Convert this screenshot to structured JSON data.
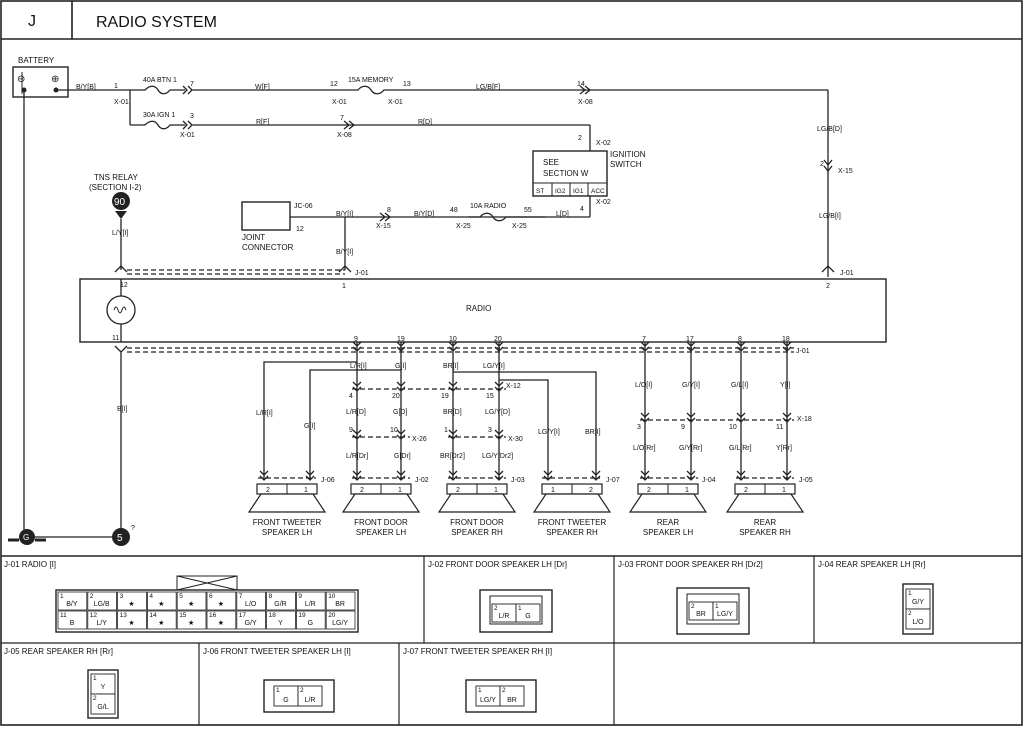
{
  "header": {
    "section": "J",
    "title": "RADIO SYSTEM"
  },
  "battery": {
    "label": "BATTERY",
    "minus": "⊖",
    "plus": "⊕",
    "wire": "B/Y[B]"
  },
  "fuses": {
    "btn": {
      "label": "40A BTN 1",
      "pin_in": "1",
      "pin_out": "7",
      "conn": "X-01",
      "conn2": "X-01"
    },
    "ign": {
      "label": "30A IGN 1",
      "pin": "3",
      "conn": "X-01"
    },
    "memory": {
      "label": "15A MEMORY",
      "pin_in": "12",
      "pin_out": "13",
      "conn_in": "X-01",
      "conn_out": "X-01"
    },
    "radio": {
      "label": "10A RADIO",
      "pin_in": "48",
      "pin_out": "55",
      "conn_in": "X-25",
      "conn_out": "X-25"
    }
  },
  "wires_top": {
    "wf": "W[F]",
    "rf": "R[F]",
    "rd": "R[D]",
    "lgbf": "LG/B[F]",
    "lgbd": "LG/B[D]",
    "lgbi": "LG/B[I]",
    "p14": "14",
    "x08a": "X-08",
    "p7b": "7",
    "x08b": "X-08",
    "p2x15": "2",
    "x15a": "X-15"
  },
  "ignition": {
    "see": "SEE",
    "section": "SECTION W",
    "label": "IGNITION",
    "label2": "SWITCH",
    "pin_top": "2",
    "conn_top": "X-02",
    "pin_bot": "4",
    "conn_bot": "X-02",
    "cells": [
      "ST",
      "IG2",
      "IG1",
      "ACC"
    ]
  },
  "tns": {
    "label": "TNS RELAY",
    "section": "(SECTION I-2)",
    "num": "90",
    "wire": "L/Y[I]",
    "pin": "12"
  },
  "joint": {
    "label": "JOINT",
    "label2": "CONNECTOR",
    "conn": "JC-06",
    "pin": "12",
    "wire": "B/Y[I]",
    "wire2": "B/Y[I]",
    "pin8": "8",
    "x15": "X-15",
    "wire3": "B/Y[D]",
    "wire4": "L[D]"
  },
  "radio": {
    "label": "RADIO",
    "conn": "J-01",
    "conn2": "J-01",
    "conn3": "J-01",
    "pin_top_left": "12",
    "pin_top_mid": "1",
    "pin_top_right": "2",
    "pin_bot_left": "11"
  },
  "ground": {
    "wire": "B[I]",
    "num": "5",
    "g": "G",
    "mark": "?"
  },
  "speaker_pins": {
    "fd": [
      "9",
      "19",
      "10",
      "20"
    ],
    "rear": [
      "7",
      "17",
      "8",
      "18"
    ],
    "j01b": "J-01",
    "x12": "X-12",
    "p4": "4",
    "p20": "20",
    "p19": "19",
    "p15": "15",
    "x26": "X-26",
    "p9": "9",
    "p10": "10",
    "x30": "X-30",
    "p1": "1",
    "p3": "3",
    "x18": "X-18",
    "p3r": "3",
    "p9r": "9",
    "p10r": "10",
    "p11r": "11"
  },
  "wire_labels": {
    "lri": "L/R[I]",
    "gi": "G[I]",
    "bri": "BR[I]",
    "lgyi": "LG/Y[I]",
    "lri2": "L/R[I]",
    "gi2": "G[I]",
    "lrd": "L/R[D]",
    "gd": "G[D]",
    "brd": "BR[D]",
    "lgyd": "LG/Y[D]",
    "lrdr": "L/R[Dr]",
    "gdr": "G[Dr]",
    "brdr2": "BR[Dr2]",
    "lgydr2": "LG/Y[Dr2]",
    "lgyi2": "LG/Y[I]",
    "bri2": "BR[I]",
    "loi": "L/O[I]",
    "gyi": "G/Y[I]",
    "gli": "G/L[I]",
    "yi": "Y[I]",
    "lorr": "L/O[Rr]",
    "gyrr": "G/Y[Rr]",
    "glrr": "G/L[Rr]",
    "yrr": "Y[Rr]"
  },
  "speakers": [
    {
      "name": "FRONT TWEETER",
      "name2": "SPEAKER LH",
      "conn": "J-06",
      "p1": "2",
      "p2": "1"
    },
    {
      "name": "FRONT DOOR",
      "name2": "SPEAKER LH",
      "conn": "J-02",
      "p1": "2",
      "p2": "1"
    },
    {
      "name": "FRONT DOOR",
      "name2": "SPEAKER RH",
      "conn": "J-03",
      "p1": "2",
      "p2": "1"
    },
    {
      "name": "FRONT TWEETER",
      "name2": "SPEAKER RH",
      "conn": "J-07",
      "p1": "1",
      "p2": "2"
    },
    {
      "name": "REAR",
      "name2": "SPEAKER LH",
      "conn": "J-04",
      "p1": "2",
      "p2": "1"
    },
    {
      "name": "REAR",
      "name2": "SPEAKER RH",
      "conn": "J-05",
      "p1": "2",
      "p2": "1"
    }
  ],
  "connectors": {
    "j01": {
      "title": "J-01 RADIO [I]",
      "row1": [
        [
          "1",
          "B/Y"
        ],
        [
          "2",
          "LG/B"
        ],
        [
          "3",
          "★"
        ],
        [
          "4",
          "★"
        ],
        [
          "5",
          "★"
        ],
        [
          "6",
          "★"
        ],
        [
          "7",
          "L/O"
        ],
        [
          "8",
          "G/R"
        ],
        [
          "9",
          "L/R"
        ],
        [
          "10",
          "BR"
        ]
      ],
      "row2": [
        [
          "11",
          "B"
        ],
        [
          "12",
          "L/Y"
        ],
        [
          "13",
          "★"
        ],
        [
          "14",
          "★"
        ],
        [
          "15",
          "★"
        ],
        [
          "16",
          "★"
        ],
        [
          "17",
          "G/Y"
        ],
        [
          "18",
          "Y"
        ],
        [
          "19",
          "G"
        ],
        [
          "20",
          "LG/Y"
        ]
      ]
    },
    "j02": {
      "title": "J-02 FRONT DOOR SPEAKER LH [Dr]",
      "cells": [
        [
          "2",
          "L/R"
        ],
        [
          "1",
          "G"
        ]
      ]
    },
    "j03": {
      "title": "J-03 FRONT DOOR SPEAKER RH [Dr2]",
      "cells": [
        [
          "2",
          "BR"
        ],
        [
          "1",
          "LG/Y"
        ]
      ]
    },
    "j04": {
      "title": "J-04 REAR SPEAKER LH [Rr]",
      "cells": [
        [
          "1",
          "G/Y"
        ],
        [
          "2",
          "L/O"
        ]
      ]
    },
    "j05": {
      "title": "J-05 REAR SPEAKER RH [Rr]",
      "cells": [
        [
          "1",
          "Y"
        ],
        [
          "2",
          "G/L"
        ]
      ]
    },
    "j06": {
      "title": "J-06 FRONT TWEETER SPEAKER LH [I]",
      "cells": [
        [
          "1",
          "G"
        ],
        [
          "2",
          "L/R"
        ]
      ]
    },
    "j07": {
      "title": "J-07 FRONT TWEETER SPEAKER RH [I]",
      "cells": [
        [
          "1",
          "LG/Y"
        ],
        [
          "2",
          "BR"
        ]
      ]
    }
  }
}
